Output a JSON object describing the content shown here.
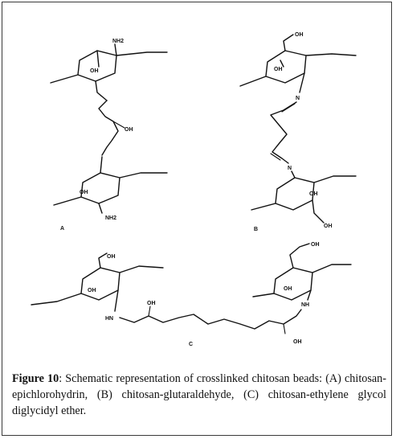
{
  "figure": {
    "panel_labels": {
      "a": "A",
      "b": "B",
      "c": "C"
    },
    "atoms": {
      "nh2": "NH2",
      "oh": "OH",
      "n": "N",
      "nh": "NH",
      "hn": "HN"
    },
    "caption_label": "Figure 10",
    "caption_text": ": Schematic representation of crosslinked chitosan beads: (A) chitosan-epichlorohydrin, (B) chitosan-glutaraldehyde, (C) chitosan-ethylene glycol diglycidyl ether."
  }
}
